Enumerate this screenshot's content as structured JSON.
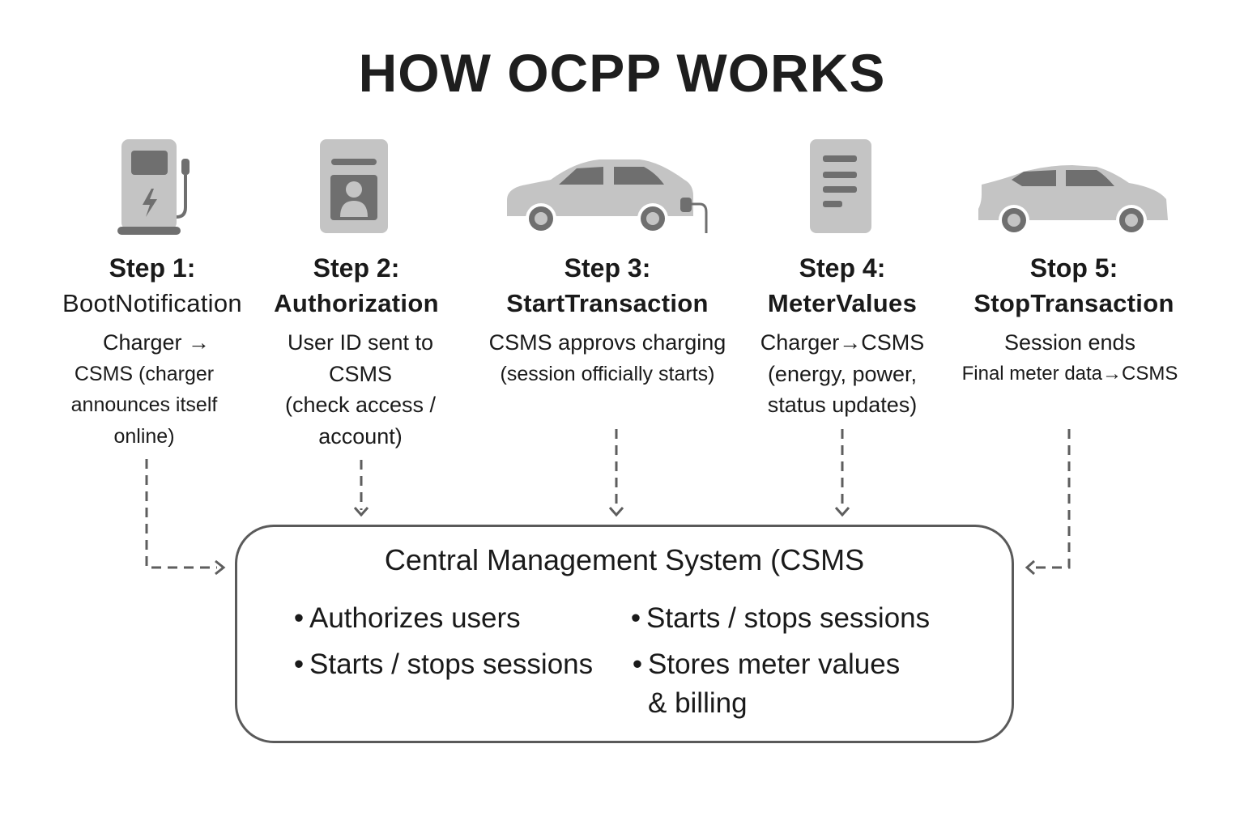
{
  "title": "HOW OCPP WORKS",
  "colors": {
    "icon_light": "#c4c4c4",
    "icon_dark": "#6f6f6f",
    "text": "#1a1a1a",
    "arrow": "#5e5e5e",
    "box_border": "#5a5a5a"
  },
  "steps": [
    {
      "head": "Step 1:",
      "name": "BootNotification",
      "icon": "ev-charger-icon",
      "desc": [
        "Charger →",
        "CSMS (charger",
        "announces itself",
        "online)"
      ]
    },
    {
      "head": "Step 2:",
      "name": "Authorization",
      "icon": "id-card-icon",
      "desc": [
        "User ID sent to",
        "CSMS",
        "(check access /",
        "account)"
      ]
    },
    {
      "head": "Step 3:",
      "name": "StartTransaction",
      "icon": "car-charging-icon",
      "desc": [
        "CSMS approvs charging",
        "(session officially starts)"
      ]
    },
    {
      "head": "Step 4:",
      "name": "MeterValues",
      "icon": "meter-document-icon",
      "desc": [
        "Charger→CSMS",
        "(energy, power,",
        "status updates)"
      ]
    },
    {
      "head": "Stop 5:",
      "name": "StopTransaction",
      "icon": "car-icon",
      "desc": [
        "Session ends",
        "Final meter data→CSMS"
      ]
    }
  ],
  "csms": {
    "title": "Central Management System (CSMS",
    "bullet_symbol": "•",
    "left_bullets": [
      "Authorizes users",
      "Starts / stops sessions"
    ],
    "right_bullets": [
      "Starts / stops sessions",
      "Stores meter values",
      "& billing"
    ]
  }
}
